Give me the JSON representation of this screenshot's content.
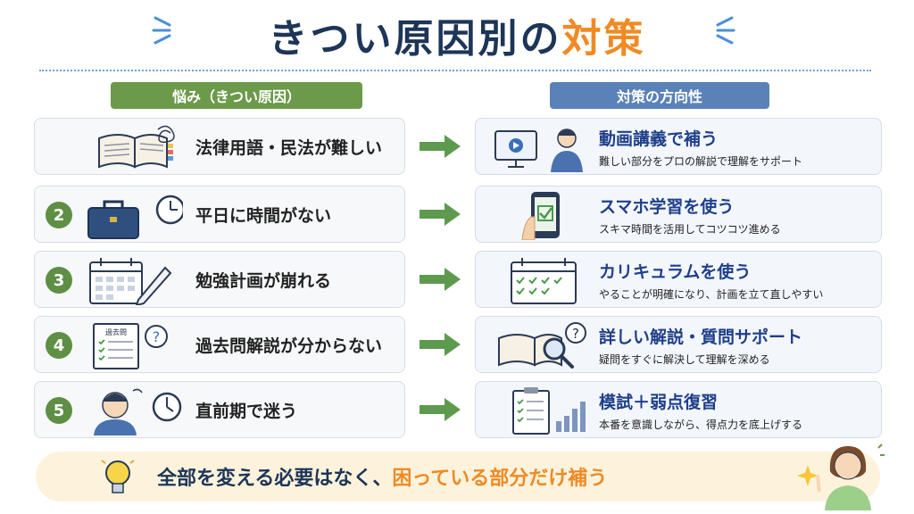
{
  "title": {
    "main": "きつい原因別の",
    "accent": "対策"
  },
  "left_header": "悩み（きつい原因）",
  "right_header": "対策の方向性",
  "problems": [
    {
      "num": "",
      "text": "法律用語・民法が難しい",
      "icon": "open-book-tangled-icon"
    },
    {
      "num": "2",
      "text": "平日に時間がない",
      "icon": "briefcase-clock-icon"
    },
    {
      "num": "3",
      "text": "勉強計画が崩れる",
      "icon": "calendar-pencil-icon"
    },
    {
      "num": "4",
      "text": "過去問解説が分からない",
      "icon": "past-exam-question-icon",
      "icon_label": "過去問"
    },
    {
      "num": "5",
      "text": "直前期で迷う",
      "icon": "worried-person-clock-icon"
    }
  ],
  "solutions": [
    {
      "title": "動画講義で補う",
      "desc": "難しい部分をプロの解説で理解をサポート",
      "icon": "video-lecture-icon"
    },
    {
      "title": "スマホ学習を使う",
      "desc": "スキマ時間を活用してコツコツ進める",
      "icon": "smartphone-check-icon"
    },
    {
      "title": "カリキュラムを使う",
      "desc": "やることが明確になり、計画を立て直しやすい",
      "icon": "calendar-checks-icon"
    },
    {
      "title": "詳しい解説・質問サポート",
      "desc": "疑問をすぐに解決して理解を深める",
      "icon": "book-magnifier-icon"
    },
    {
      "title": "模試＋弱点復習",
      "desc": "本番を意識しながら、得点力を底上げする",
      "icon": "checklist-chart-icon"
    }
  ],
  "banner": {
    "part1": "全部を変える必要はなく、",
    "part2": "困っている部分だけ補う"
  },
  "colors": {
    "navy": "#1d3557",
    "orange": "#f08a24",
    "green": "#6c9a4b",
    "blue": "#5a82b8",
    "arrow": "#5e9a4e"
  }
}
